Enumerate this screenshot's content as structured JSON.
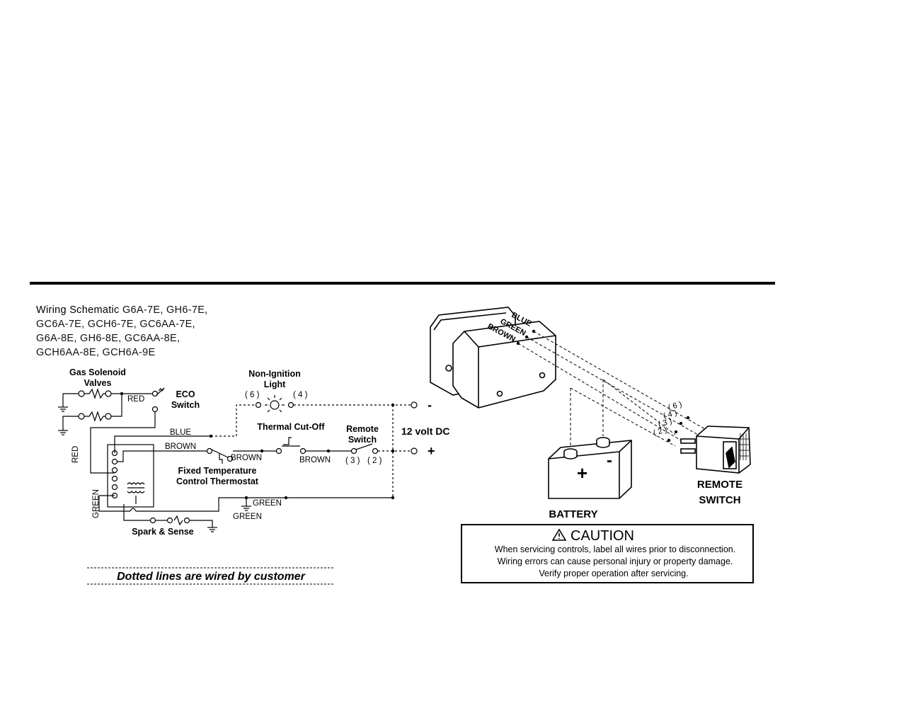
{
  "schematic": {
    "title_lead": "Wiring Schematic",
    "models": [
      "G6A-7E, GH6-7E,",
      "GC6A-7E, GCH6-7E, GC6AA-7E,",
      "G6A-8E, GH6-8E, GC6AA-8E,",
      "GCH6AA-8E, GCH6A-9E"
    ],
    "gas_solenoid": [
      "Gas Solenoid",
      "Valves"
    ],
    "eco_switch": [
      "ECO",
      "Switch"
    ],
    "non_ignition": [
      "Non-Ignition",
      "Light"
    ],
    "terminal_6": "( 6 )",
    "terminal_4": "( 4 )",
    "terminal_3": "( 3 )",
    "terminal_2": "( 2 )",
    "thermal_cutoff": "Thermal Cut-Off",
    "remote_switch": [
      "Remote",
      "Switch"
    ],
    "volt_label": "12 volt DC",
    "minus": "-",
    "plus": "+",
    "thermostat": [
      "Fixed Temperature",
      "Control Thermostat"
    ],
    "spark_sense": "Spark & Sense",
    "wire_red_top": "RED",
    "wire_red_side": "RED",
    "wire_blue": "BLUE",
    "wire_brown_1": "BROWN",
    "wire_brown_2": "BROWN",
    "wire_brown_3": "BROWN",
    "wire_green_side": "GREEN",
    "wire_green_1": "GREEN",
    "wire_green_2": "GREEN",
    "note": "Dotted lines are wired by customer"
  },
  "illustration": {
    "wire_blue": "BLUE",
    "wire_green": "GREEN",
    "wire_brown": "BROWN",
    "pin_6": "( 6 )",
    "pin_4": "( 4 )",
    "pin_3": "( 3 )",
    "pin_2": "( 2 )",
    "battery_plus": "+",
    "battery_minus": "-",
    "battery_label": "BATTERY",
    "remote_switch": [
      "REMOTE",
      "SWITCH"
    ]
  },
  "caution": {
    "icon": "warning-triangle-icon",
    "title": "CAUTION",
    "lines": [
      "When servicing controls, label all wires prior to disconnection.",
      "Wiring errors can cause personal injury or property damage.",
      "Verify proper operation after servicing."
    ]
  }
}
